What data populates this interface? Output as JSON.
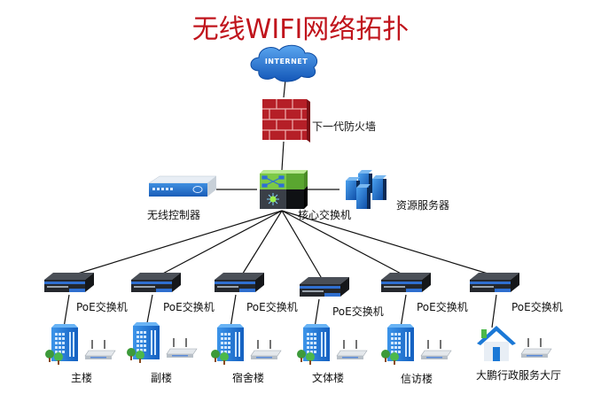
{
  "title": "无线WIFI网络拓扑",
  "internet": {
    "label": "INTERNET"
  },
  "firewall": {
    "label": "下一代防火墙"
  },
  "core_switch": {
    "label": "核心交换机"
  },
  "wireless_controller": {
    "label": "无线控制器"
  },
  "resource_server": {
    "label": "资源服务器"
  },
  "poe_switches": [
    {
      "label": "PoE交换机"
    },
    {
      "label": "PoE交换机"
    },
    {
      "label": "PoE交换机"
    },
    {
      "label": "PoE交换机"
    },
    {
      "label": "PoE交换机"
    },
    {
      "label": "PoE交换机"
    }
  ],
  "buildings": [
    {
      "label": "主楼",
      "icon": "office-building-icon"
    },
    {
      "label": "副楼",
      "icon": "office-building-icon"
    },
    {
      "label": "宿舍楼",
      "icon": "office-building-icon"
    },
    {
      "label": "文体楼",
      "icon": "office-building-icon"
    },
    {
      "label": "信访楼",
      "icon": "office-building-icon"
    },
    {
      "label": "大鹏行政服务大厅",
      "icon": "house-icon"
    }
  ],
  "colors": {
    "title": "#c0141c",
    "cloud": "#1e6fd0",
    "firewall": "#c8242c",
    "core_top": "#8fd14f",
    "building": "#1b78d6",
    "switch_body": "#2a2d33",
    "switch_stripe": "#1f5fbf"
  }
}
